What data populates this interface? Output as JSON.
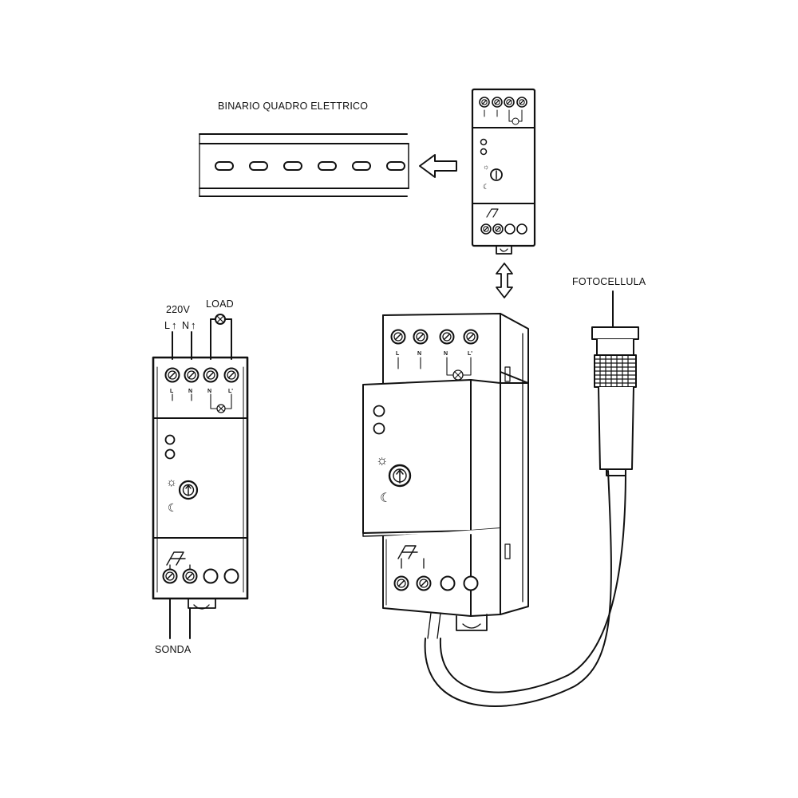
{
  "labels": {
    "rail": "BINARIO QUADRO ELETTRICO",
    "voltage": "220V",
    "phase": "L",
    "neutral": "N",
    "load": "LOAD",
    "probe": "SONDA",
    "photocell": "FOTOCELLULA"
  },
  "terminals": {
    "l": "L",
    "n": "N",
    "n_out": "N",
    "l_out": "L'"
  },
  "colors": {
    "line": "#111111",
    "fill": "#ffffff",
    "shade": "#f4f4f4"
  },
  "icons": [
    "arrow-left-icon",
    "arrow-updown-icon",
    "sun-icon",
    "moon-icon",
    "lamp-icon",
    "screw-terminal-icon",
    "knob-icon"
  ]
}
